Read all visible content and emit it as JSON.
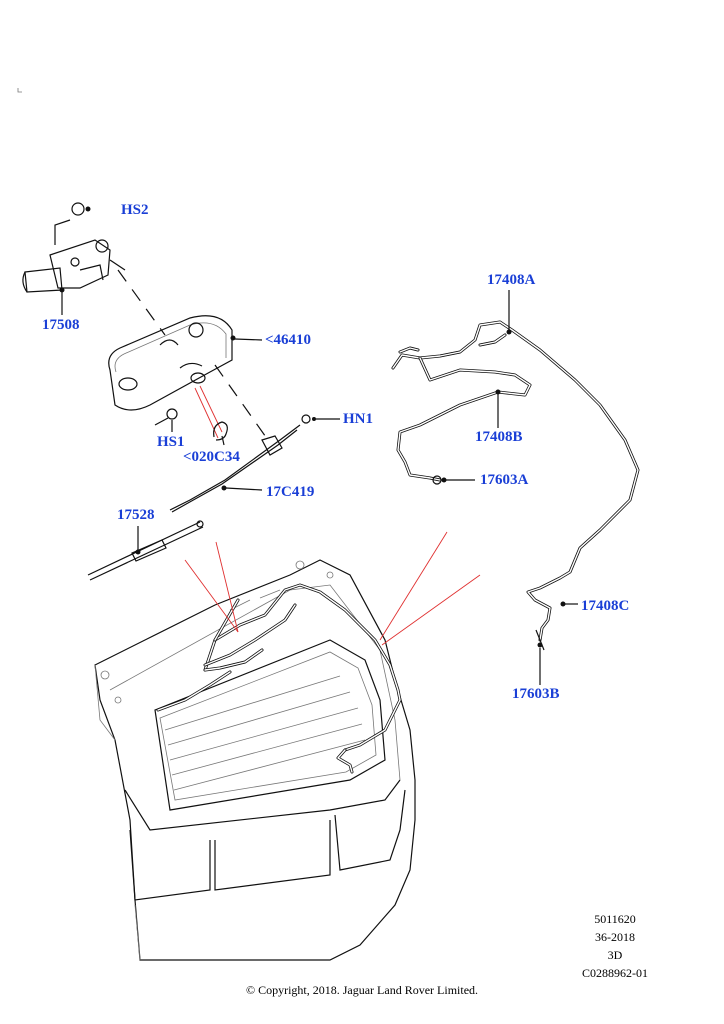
{
  "callouts": {
    "hs2": "HS2",
    "p17508": "17508",
    "p46410": "<46410",
    "hs1": "HS1",
    "p020c34": "<020C34",
    "hn1": "HN1",
    "p17c419": "17C419",
    "p17528": "17528",
    "p17408a": "17408A",
    "p17408b": "17408B",
    "p17603a": "17603A",
    "p17408c": "17408C",
    "p17603b": "17603B"
  },
  "meta": {
    "code1": "5011620",
    "code2": "36-2018",
    "code3": "3D",
    "code4": "C0288962-01"
  },
  "copyright": "© Copyright, 2018. Jaguar Land Rover Limited.",
  "colors": {
    "callout": "#1a3fd6",
    "leader_red": "#e03030",
    "line": "#111111"
  }
}
